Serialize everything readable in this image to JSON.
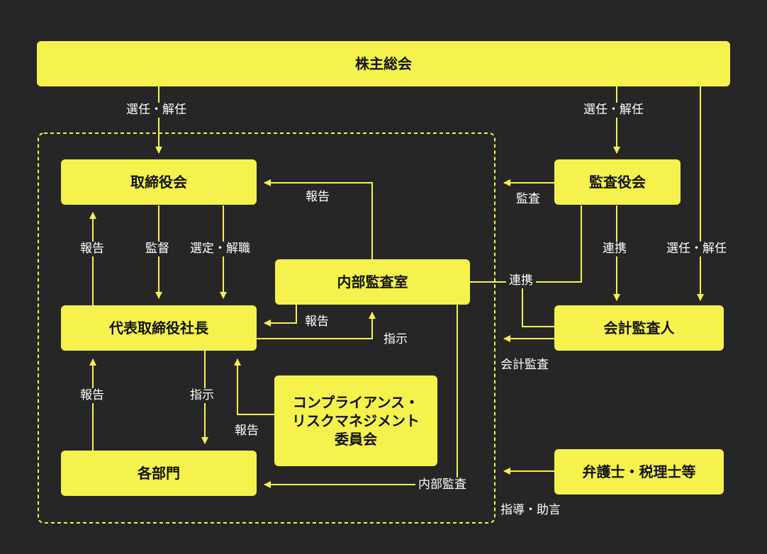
{
  "nodes": {
    "shareholders_meeting": "株主総会",
    "board_of_directors": "取締役会",
    "audit_board": "監査役会",
    "internal_audit_office": "内部監査室",
    "representative_director": "代表取締役社長",
    "accounting_auditor": "会計監査人",
    "compliance_committee": "コンプライアンス・\nリスクマネジメント\n委員会",
    "departments": "各部門",
    "advisors": "弁護士・税理士等"
  },
  "labels": {
    "elect_dismiss_left": "選任・解任",
    "elect_dismiss_audit": "選任・解任",
    "elect_dismiss_right": "選任・解任",
    "report_internal_to_board": "報告",
    "audit_to_board": "監査",
    "report_rep_to_board": "報告",
    "supervise": "監督",
    "select_dismiss_post": "選定・解職",
    "cooperate_audit_internal": "連携",
    "cooperate_audit_accounting": "連携",
    "report_internal_to_rep": "報告",
    "instruct_rep_to_internal": "指示",
    "accounting_audit": "会計監査",
    "report_dept_to_rep": "報告",
    "instruct_rep_to_dept": "指示",
    "report_committee_to_rep": "報告",
    "internal_audit": "内部監査",
    "guidance_advice": "指導・助言"
  },
  "colors": {
    "background": "#262626",
    "box_fill": "#f5f24d",
    "line": "#f5f24d",
    "label_text": "#ffffff",
    "boundary_dash": "#f5f24d"
  }
}
